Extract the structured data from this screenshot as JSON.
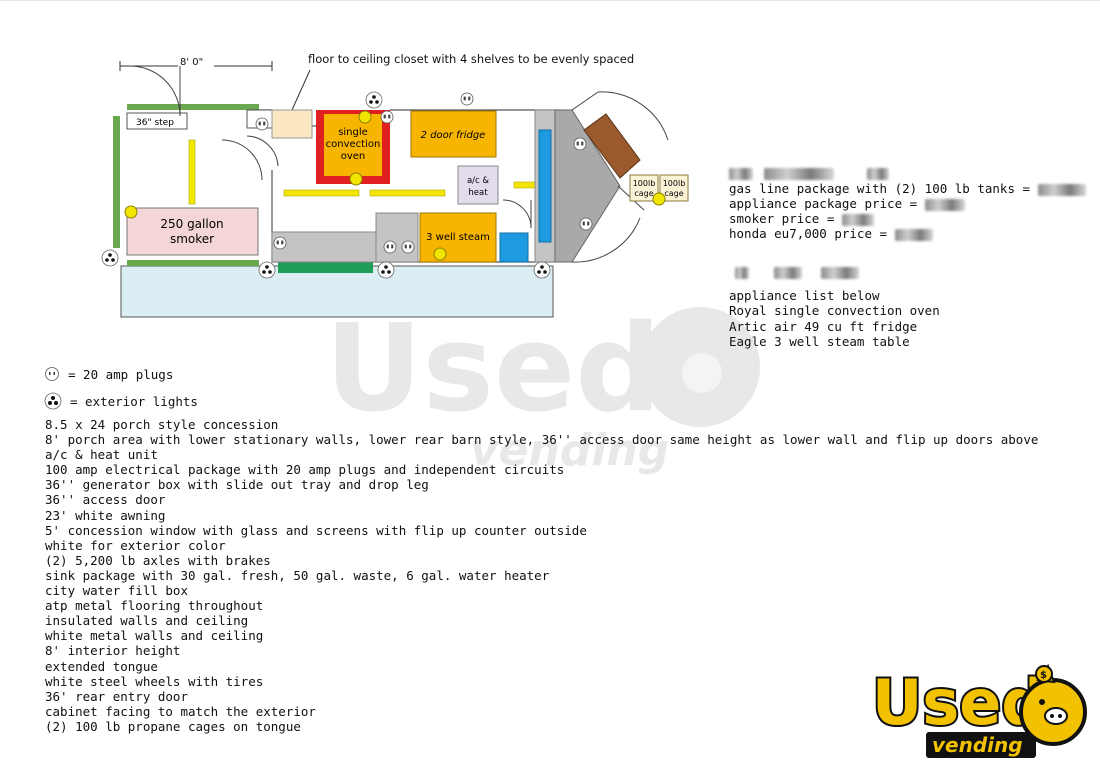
{
  "plan": {
    "dimension_label": "8' 0\"",
    "closet_note": "floor to ceiling closet with 4 shelves to be evenly spaced",
    "step_label": "36\" step",
    "smoker_label": [
      "250 gallon",
      "smoker"
    ],
    "oven_label": [
      "single",
      "convection",
      "oven"
    ],
    "fridge_label": "2 door fridge",
    "ac_label": [
      "a/c &",
      "heat"
    ],
    "steam_label": "3 well steam",
    "cage_labels": [
      [
        "100lb",
        "cage"
      ],
      [
        "100lb",
        "cage"
      ]
    ]
  },
  "pricing": {
    "lines": [
      "gas line package with (2) 100 lb tanks =",
      "appliance package price =",
      "smoker price =",
      "honda eu7,000 price ="
    ]
  },
  "appliances": {
    "heading": "appliance list below",
    "items": [
      "Royal single convection oven",
      "Artic air 49 cu ft fridge",
      "Eagle 3 well steam table"
    ]
  },
  "legend": {
    "plugs": "= 20 amp plugs",
    "lights": "= exterior lights"
  },
  "features": [
    "8.5 x 24 porch style concession",
    "8' porch area with lower stationary walls, lower rear barn style, 36'' access door same height as lower wall and  flip up doors above",
    "a/c & heat unit",
    "100 amp electrical package with 20 amp plugs and independent circuits",
    "36'' generator box with slide out tray and drop leg",
    "36'' access door",
    "23' white awning",
    "5' concession window with glass and screens with flip up counter outside",
    "white for exterior color",
    "(2) 5,200 lb axles with brakes",
    "sink package with 30 gal. fresh, 50 gal. waste, 6 gal. water heater",
    "city water fill box",
    "atp metal flooring throughout",
    "insulated walls and ceiling",
    "white metal walls and ceiling",
    "8' interior height",
    "extended tongue",
    "white steel wheels with tires",
    "36' rear entry door",
    "cabinet facing to match the exterior",
    "(2) 100 lb propane cages on tongue"
  ],
  "branding": {
    "logo_top": "Used",
    "logo_bottom": "vending"
  },
  "colors": {
    "wall_green": "#6aa84f",
    "awning_blue": "#dbeef3",
    "oven_red": "#e02020",
    "equipment_orange": "#f7b500",
    "light_yellow": "#f2e600",
    "tongue_brown": "#9b5a2e",
    "window_blue": "#1e9be0",
    "gray": "#b8b8b8"
  }
}
